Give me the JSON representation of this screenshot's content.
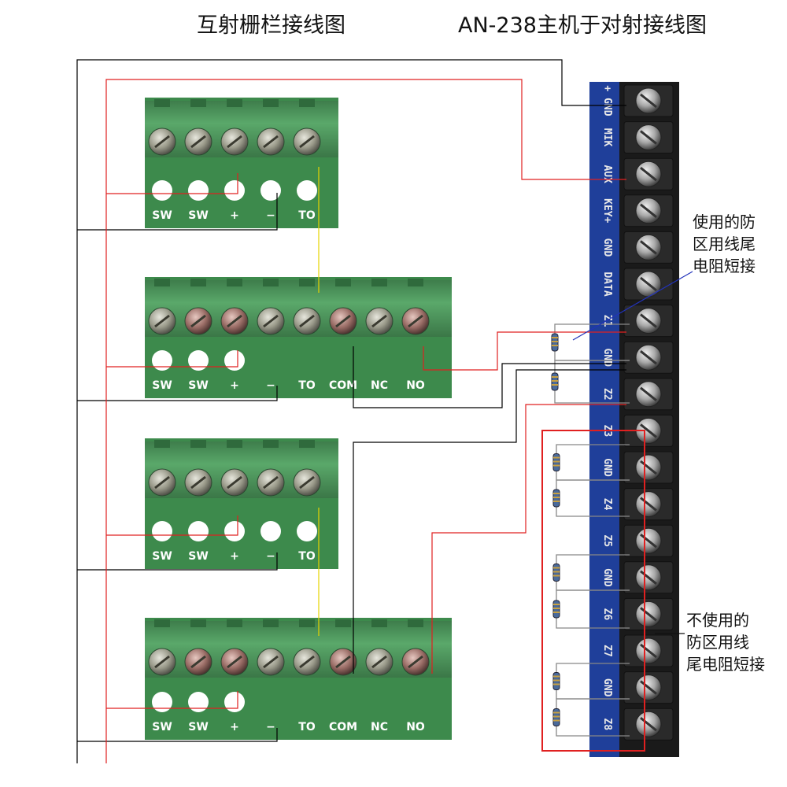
{
  "titles": {
    "left": "互射栅栏接线图",
    "right": "AN-238主机于对射接线图"
  },
  "notes": {
    "used": "使用的防\n区用线尾\n电阻短接",
    "unused": "不使用的\n防区用线\n尾电阻短接"
  },
  "host_terminals": [
    "+ GND",
    "MIK",
    "AUX",
    "KEY+",
    "GND",
    "DATA",
    "Z1",
    "GND",
    "Z2",
    "Z3",
    "GND",
    "Z4",
    "Z5",
    "GND",
    "Z6",
    "Z7",
    "GND",
    "Z8"
  ],
  "modules": {
    "transmitter_labels": [
      "SW",
      "SW",
      "+",
      "−",
      "TO"
    ],
    "receiver_labels": [
      "SW",
      "SW",
      "+",
      "−",
      "TO",
      "COM",
      "NC",
      "NO"
    ]
  },
  "colors": {
    "pcb": "#3d8a4c",
    "terminal_block": "#5aa86a",
    "host_bar": "#1f3f9a",
    "wire_black": "#000000",
    "wire_red": "#e02020",
    "wire_yellow": "#e6d400",
    "highlight_box": "#e02020"
  }
}
